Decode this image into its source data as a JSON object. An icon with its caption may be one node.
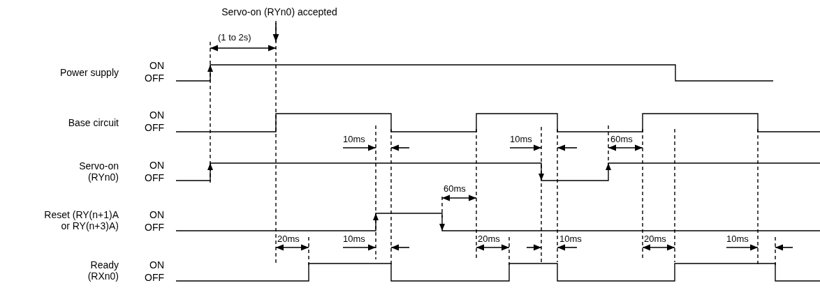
{
  "diagram": {
    "labels": [
      "Servo-on (RYn0) accepted",
      "(1 to 2s)",
      "Power supply",
      "ON",
      "OFF",
      "Base circuit",
      "ON",
      "OFF",
      "10ms",
      "10ms",
      "60ms",
      "Servo-on (RYn0)",
      "ON",
      "OFF",
      "60ms",
      "Reset (RY(n+1)A or RY(n+3)A)",
      "ON",
      "OFF",
      "20ms",
      "10ms",
      "20ms",
      "10ms",
      "20ms",
      "10ms",
      "Ready (RXn0)",
      "ON",
      "OFF"
    ]
  }
}
